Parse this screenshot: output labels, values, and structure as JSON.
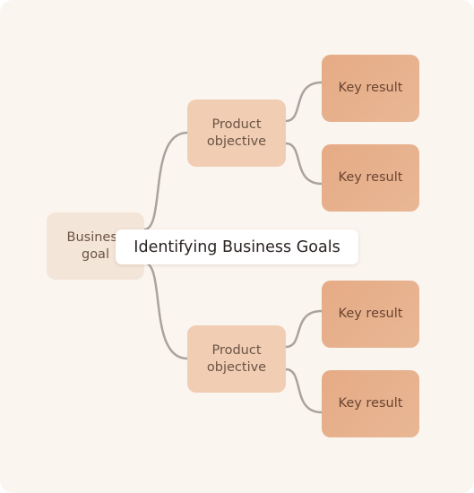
{
  "diagram": {
    "root": {
      "label": "Business\ngoal"
    },
    "objectives": [
      {
        "label": "Product\nobjective"
      },
      {
        "label": "Product\nobjective"
      }
    ],
    "key_results": [
      {
        "label": "Key result"
      },
      {
        "label": "Key result"
      },
      {
        "label": "Key result"
      },
      {
        "label": "Key result"
      }
    ],
    "overlay_title": "Identifying Business Goals"
  },
  "colors": {
    "background": "#fbf5f0",
    "root_fill": "#f3e5d8",
    "objective_fill": "#f0cdb3",
    "key_result_fill": "#e5ab85",
    "connector": "#a9a29d",
    "node_text": "#6b5344",
    "title_text": "#2b2422"
  }
}
